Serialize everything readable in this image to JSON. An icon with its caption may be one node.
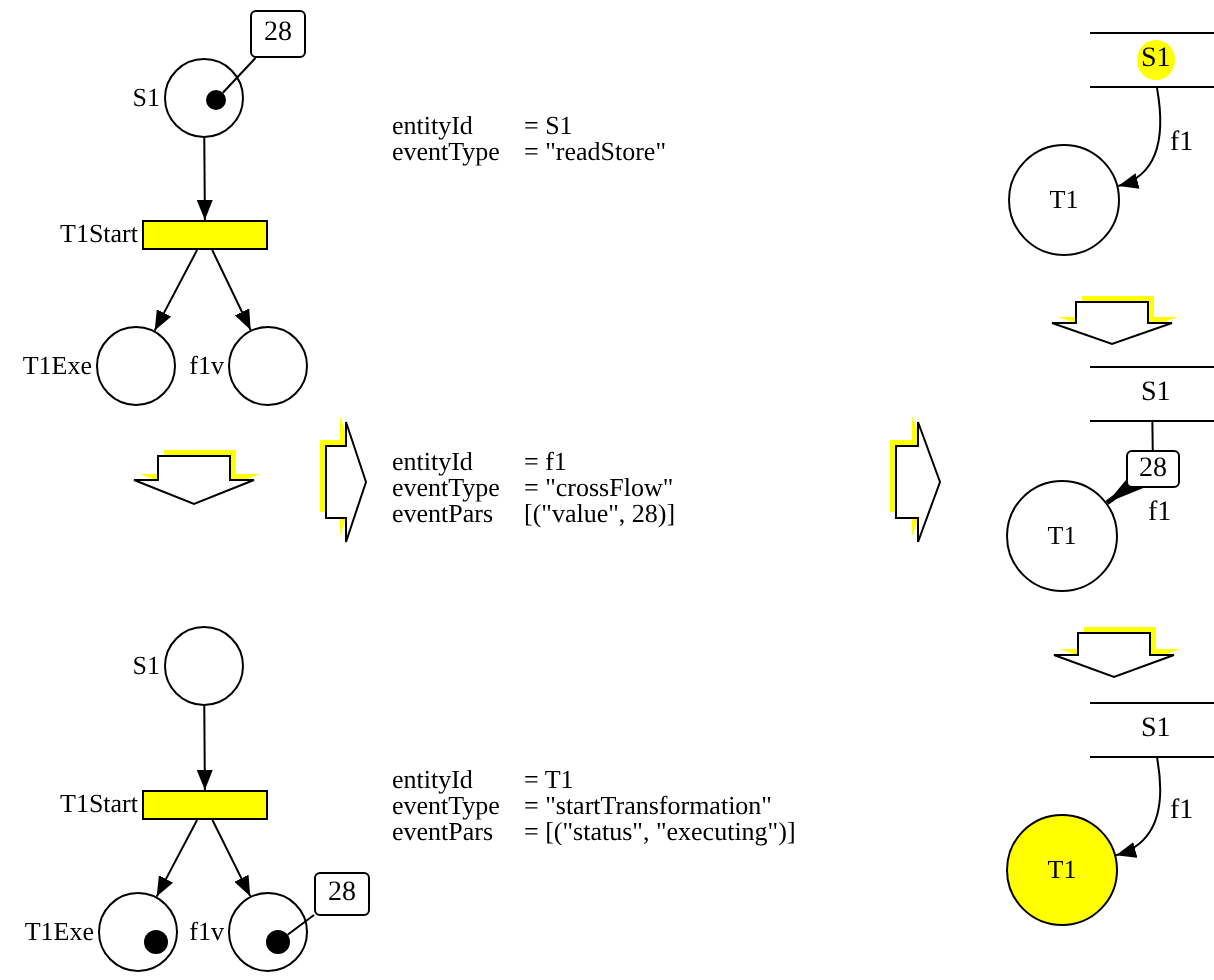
{
  "diagram": {
    "nodes": [
      {
        "text": [
          "S1"
        ]
      },
      {
        "text": [],
        "shape": "circle",
        "in": 0
      },
      {
        "text": [
          "28"
        ]
      },
      {
        "text": [
          "T1Start"
        ]
      },
      {
        "text": [
          "T1Exe"
        ]
      },
      {
        "text": [
          "f1v"
        ]
      },
      {
        "text": [
          "S1"
        ]
      },
      {
        "text": [
          "T1"
        ]
      },
      {
        "text": [
          "S1"
        ]
      },
      {
        "text": [
          "28"
        ]
      },
      {
        "text": [
          "T1"
        ]
      },
      {
        "text": [
          "S1"
        ]
      },
      {
        "text": [
          "T1Start"
        ]
      },
      {
        "text": [
          "T1Exe"
        ]
      },
      {
        "text": [],
        "shape": "circle",
        "in": 13
      },
      {
        "text": [
          "f1v"
        ]
      },
      {
        "text": [],
        "shape": "circle",
        "in": 15
      },
      {
        "text": [
          "28"
        ]
      },
      {
        "text": [
          "S1"
        ]
      },
      {
        "text": [
          "T1"
        ]
      }
    ],
    "edges": [
      {
        "from": 2,
        "to": 1,
        "arrow": "none"
      },
      {
        "from": 0,
        "to": 3,
        "arrow": "to"
      },
      {
        "from": 3,
        "to": 4,
        "arrow": "to"
      },
      {
        "from": 3,
        "to": 5,
        "arrow": "to"
      },
      {
        "from": 6,
        "to": 7,
        "arrow": "to",
        "label": "f1"
      },
      {
        "from": 8,
        "to": 9,
        "arrow": "none"
      },
      {
        "from": 9,
        "to": 10,
        "arrow": "to",
        "style": "thick",
        "label": "f1"
      },
      {
        "from": 11,
        "to": 12,
        "arrow": "to"
      },
      {
        "from": 12,
        "to": 13,
        "arrow": "to"
      },
      {
        "from": 12,
        "to": 15,
        "arrow": "to"
      },
      {
        "from": 17,
        "to": 16,
        "arrow": "none"
      },
      {
        "from": 18,
        "to": 19,
        "arrow": "to",
        "label": "f1"
      },
      {
        "from": 7,
        "to": 8,
        "arrow": "to",
        "style": "thick",
        "color": "#ffff00"
      },
      {
        "from": 10,
        "to": 18,
        "arrow": "to",
        "style": "thick",
        "color": "#ffff00"
      }
    ],
    "labels": [
      "entityId",
      "= S1",
      "eventType",
      "= \"readStore\"",
      "entityId",
      "= f1",
      "eventType",
      "= \"crossFlow\"",
      "eventPars",
      "[(\"value\", 28)]",
      "entityId",
      "= T1",
      "eventType",
      "= \"startTransformation\"",
      "eventPars",
      "= [(\"status\", \"executing\")]"
    ]
  }
}
